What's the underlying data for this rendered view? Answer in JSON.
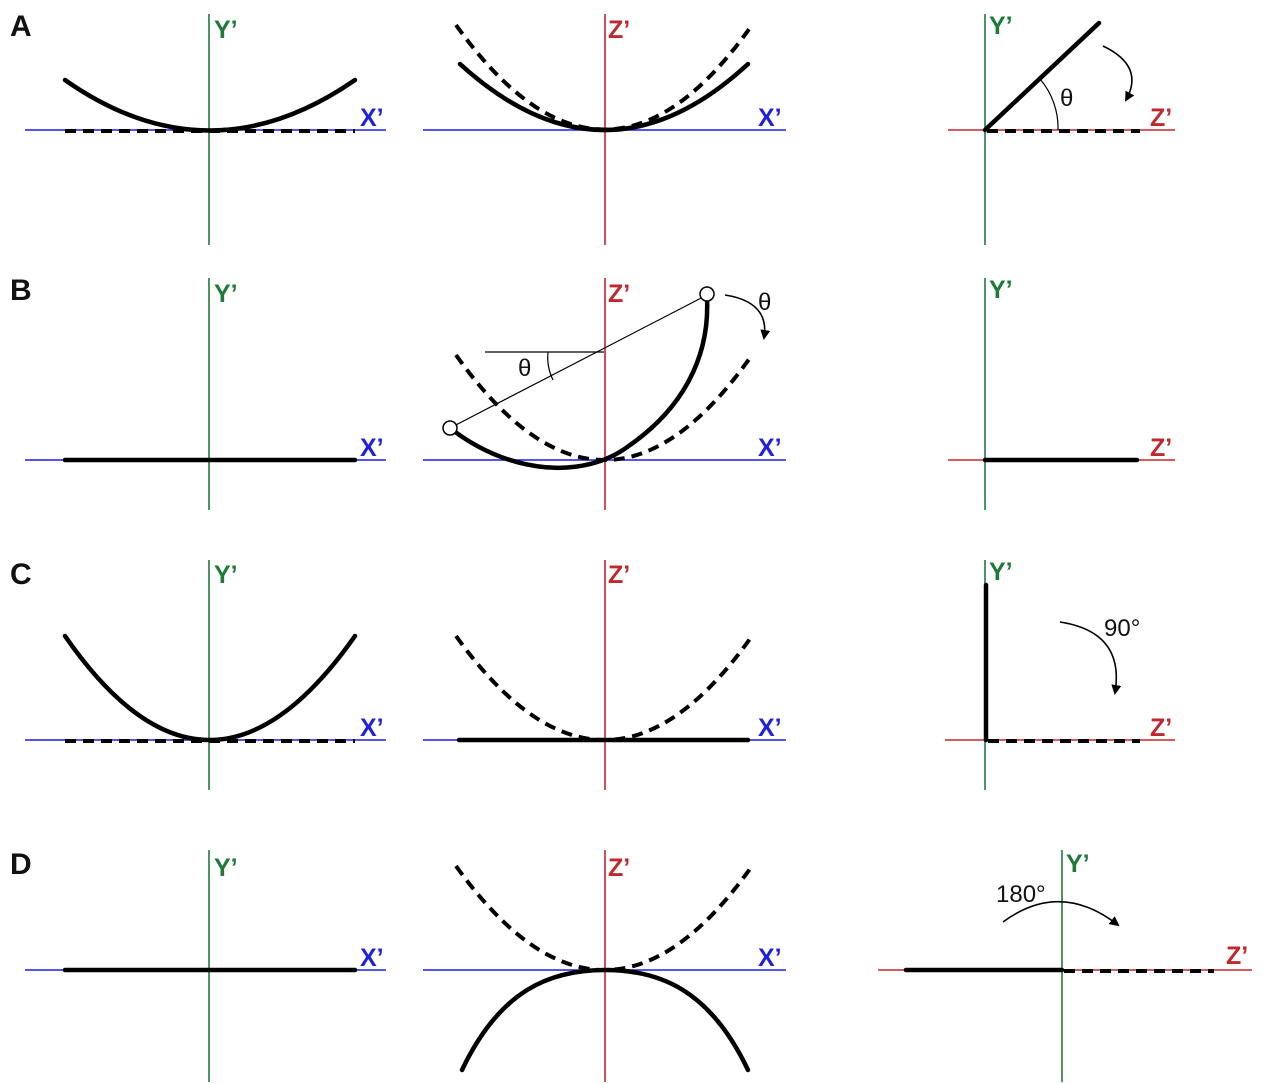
{
  "colors": {
    "x_axis": "#1f1fe0",
    "y_axis": "#1f7a3a",
    "z_axis": "#c0282e",
    "curve": "#000000"
  },
  "rows": [
    {
      "label": "A",
      "panels": [
        {
          "h_axis": "X’",
          "v_axis": "Y’"
        },
        {
          "h_axis": "X’",
          "v_axis": "Z’"
        },
        {
          "h_axis": "Z’",
          "v_axis": "Y’",
          "angle": "θ"
        }
      ]
    },
    {
      "label": "B",
      "panels": [
        {
          "h_axis": "X’",
          "v_axis": "Y’"
        },
        {
          "h_axis": "X’",
          "v_axis": "Z’",
          "angle_rotation": "θ",
          "angle_tilt": "θ"
        },
        {
          "h_axis": "Z’",
          "v_axis": "Y’"
        }
      ]
    },
    {
      "label": "C",
      "panels": [
        {
          "h_axis": "X’",
          "v_axis": "Y’"
        },
        {
          "h_axis": "X’",
          "v_axis": "Z’"
        },
        {
          "h_axis": "Z’",
          "v_axis": "Y’",
          "angle": "90°"
        }
      ]
    },
    {
      "label": "D",
      "panels": [
        {
          "h_axis": "X’",
          "v_axis": "Y’"
        },
        {
          "h_axis": "X’",
          "v_axis": "Z’"
        },
        {
          "h_axis": "Z’",
          "v_axis": "Y’",
          "angle": "180°"
        }
      ]
    }
  ]
}
